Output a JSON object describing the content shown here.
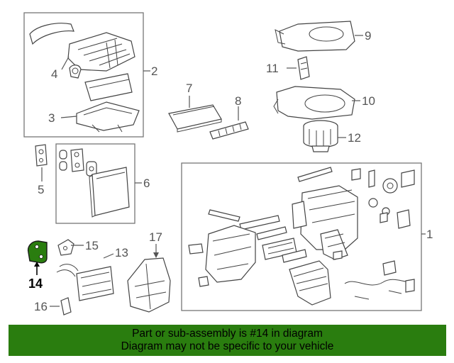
{
  "diagram": {
    "callouts": {
      "c1": "1",
      "c2": "2",
      "c3": "3",
      "c4": "4",
      "c5": "5",
      "c6": "6",
      "c7": "7",
      "c8": "8",
      "c9": "9",
      "c10": "10",
      "c11": "11",
      "c12": "12",
      "c13": "13",
      "c14": "14",
      "c15": "15",
      "c16": "16",
      "c17": "17"
    },
    "highlighted_part": "14",
    "highlight_color": "#2a7d0f"
  },
  "banner": {
    "line1": "Part or sub-assembly is #14 in diagram",
    "line2": "Diagram may not be specific to your vehicle",
    "background": "#2a7d0f"
  }
}
